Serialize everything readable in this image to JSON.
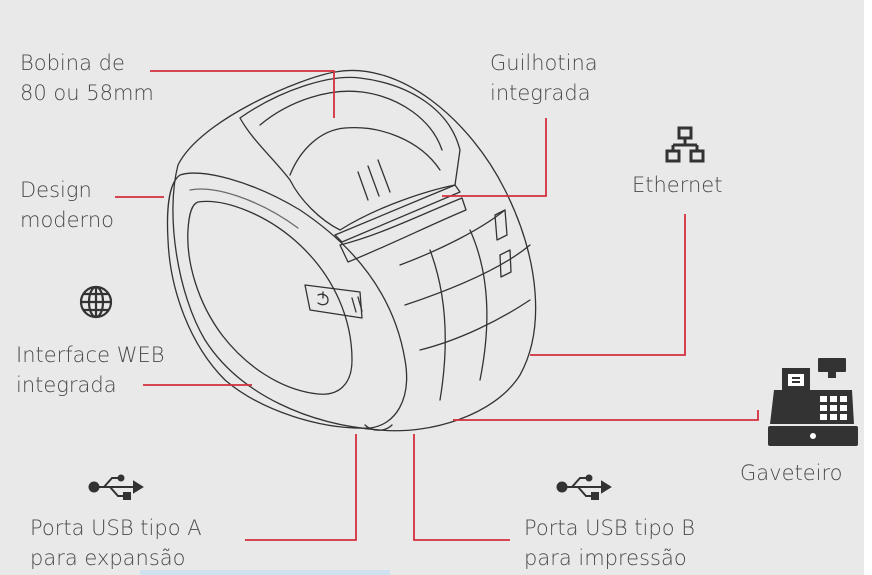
{
  "labels": {
    "bobina": [
      "Bobina de",
      "80 ou 58mm"
    ],
    "guilhotina": [
      "Guilhotina",
      "integrada"
    ],
    "design": [
      "Design",
      "moderno"
    ],
    "ethernet": "Ethernet",
    "interface": [
      "Interface WEB",
      "integrada"
    ],
    "usb_a": [
      "Porta USB tipo A",
      "para expansão"
    ],
    "usb_b": [
      "Porta USB tipo B",
      "para impressão"
    ],
    "gaveteiro": "Gaveteiro"
  },
  "icons": {
    "network": "ethernet-network-icon",
    "globe": "globe-icon",
    "usb": "usb-icon",
    "register": "cash-register-icon"
  },
  "colors": {
    "background": "#e9e9e9",
    "callout": "#d32f3c",
    "text": "#4a4a4a",
    "printer_line": "#333333",
    "icon": "#333333"
  }
}
